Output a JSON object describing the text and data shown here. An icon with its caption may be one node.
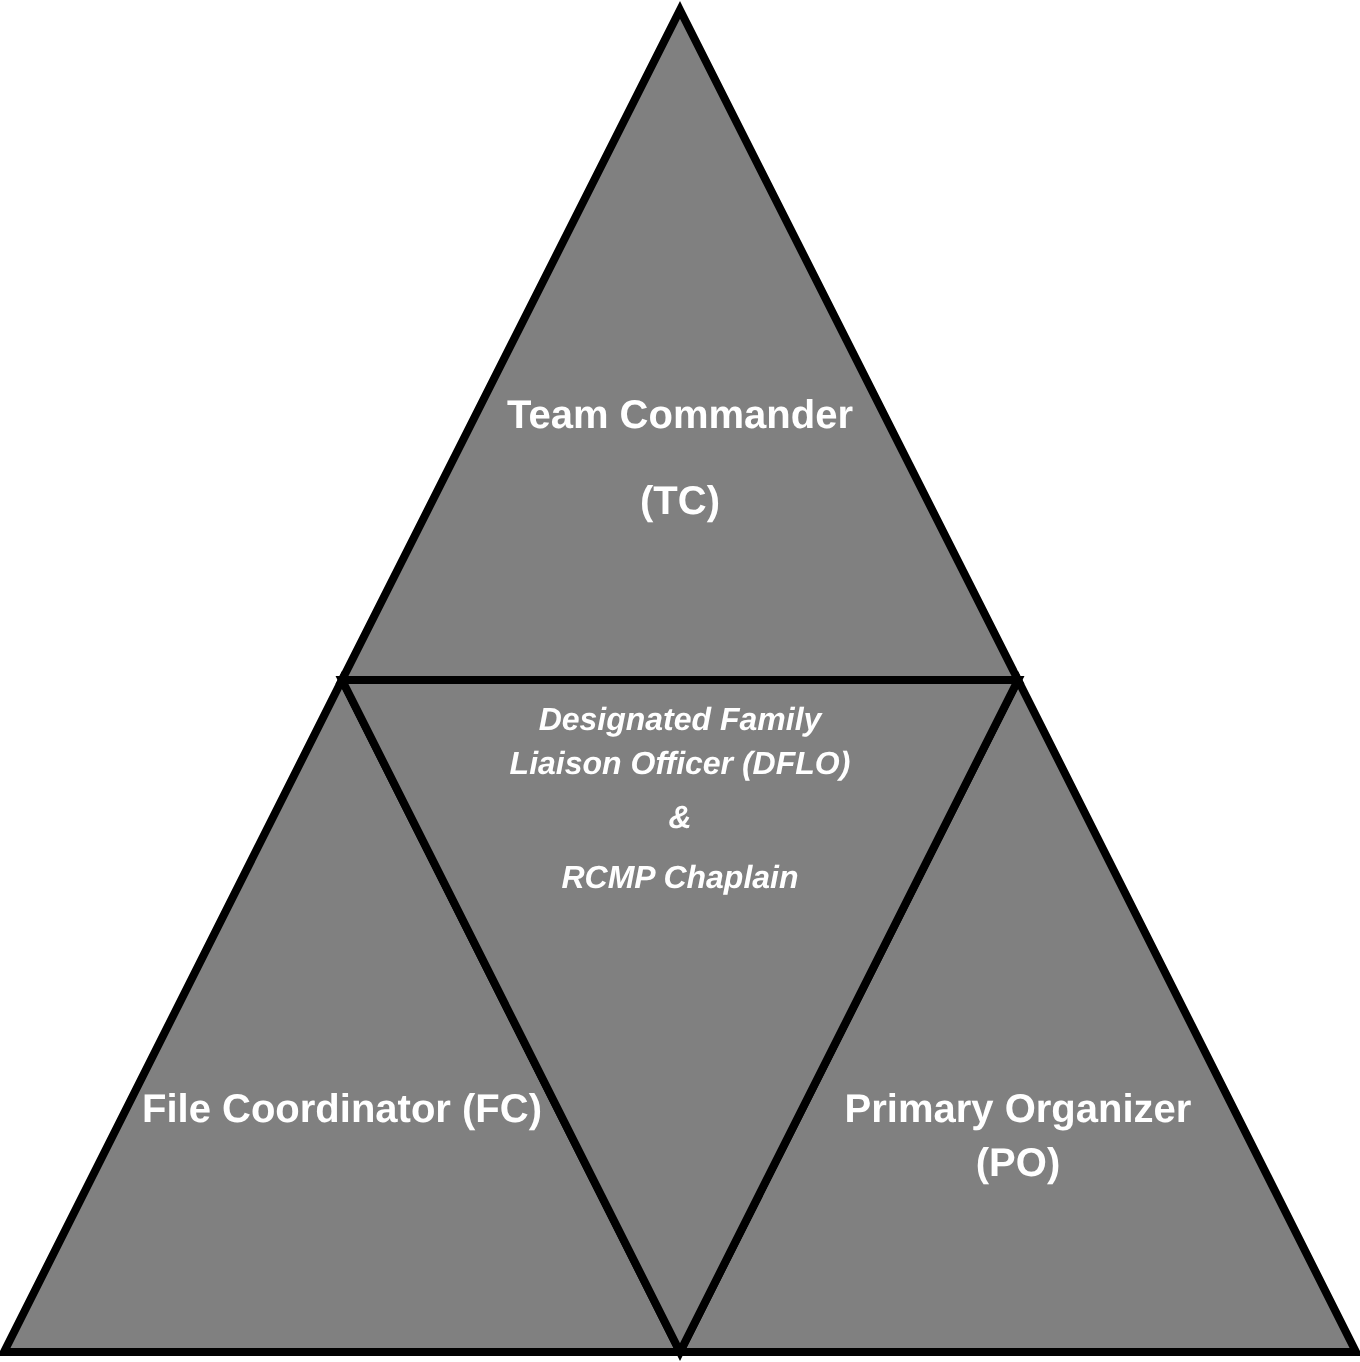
{
  "diagram": {
    "nodes": [
      {
        "text": [
          "Team Commander",
          "(TC)"
        ]
      },
      {
        "text": [
          "Designated Family Liaison Officer (DFLO)",
          "&",
          "RCMP Chaplain"
        ]
      },
      {
        "text": [
          "File Coordinator (FC)"
        ]
      },
      {
        "text": [
          "Primary Organizer (PO)"
        ]
      }
    ]
  }
}
